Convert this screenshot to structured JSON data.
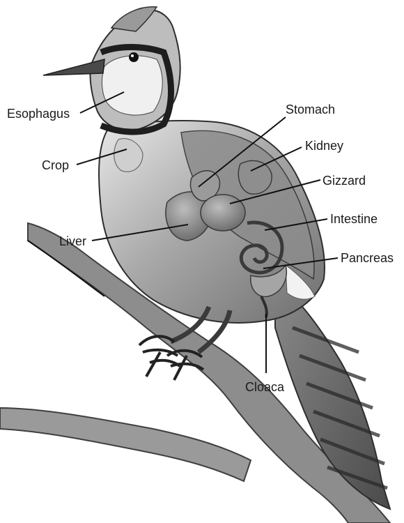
{
  "diagram": {
    "subject": "bird-digestive-system",
    "colors": {
      "label_text": "#1a1a1a",
      "leader_line": "#111111",
      "illustration_dark": "#2e2e2e",
      "illustration_mid": "#7a7a7a",
      "illustration_light": "#d6d6d6"
    },
    "labels": {
      "esophagus": "Esophagus",
      "crop": "Crop",
      "liver": "Liver",
      "stomach": "Stomach",
      "kidney": "Kidney",
      "gizzard": "Gizzard",
      "intestine": "Intestine",
      "pancreas": "Pancreas",
      "cloaca": "Cloaca"
    }
  }
}
